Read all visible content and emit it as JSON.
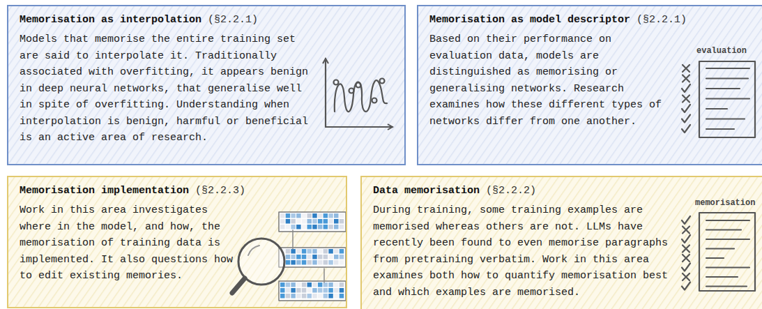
{
  "diagram": {
    "nodes": [
      {
        "text": [
          "Memorisation as interpolation",
          "(§2.2.1)",
          "Models that memorise the entire training set are said to interpolate it. Traditionally associated with overfitting, it appears benign in deep neural networks, that generalise well in spite of overfitting. Understanding when interpolation is benign, harmful or beneficial is an active area of research."
        ]
      },
      {
        "text": [
          "Memorisation as model descriptor",
          "(§2.2.1)",
          "Based on their performance on evaluation data, models are distinguished as memorising or generalising networks. Research examines how these different types of networks differ from one another."
        ]
      },
      {
        "text": [
          "Memorisation implementation",
          "(§2.2.3)",
          "Work in this area investigates where in the model, and how, the memorisation of training data is implemented. It also questions how to edit existing memories."
        ]
      },
      {
        "text": [
          "Data memorisation",
          "(§2.2.2)",
          "During training, some training examples are memorised whereas others are not. LLMs have recently been found to even memorise paragraphs from pretraining verbatim. Work in this area examines both how to quantify memorisation best and which examples are memorised."
        ]
      }
    ],
    "labels": [
      "evaluation",
      "memorisation"
    ]
  }
}
